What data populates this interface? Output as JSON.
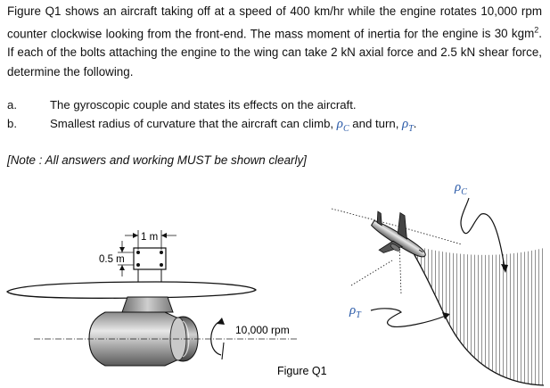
{
  "problem": {
    "line1": "Figure Q1 shows an aircraft taking off at a speed of 400 km/hr while the engine rotates",
    "line2": "10,000 rpm counter clockwise looking from the front-end. The mass moment of inertia for",
    "line3_pre": "the engine is 30 kgm",
    "line3_sup": "2",
    "line3_post": ". If each of the bolts attaching the engine to the wing can take 2 kN",
    "line4": "axial force and 2.5 kN shear force, determine the following."
  },
  "questions": [
    {
      "label": "a.",
      "text": "The gyroscopic couple and states its effects on the aircraft."
    },
    {
      "label": "b.",
      "text_pre": "Smallest radius of curvature that the aircraft can climb, ",
      "sym1": "ρ",
      "sub1": "C",
      "mid": " and turn, ",
      "sym2": "ρ",
      "sub2": "T",
      "end": "."
    }
  ],
  "note": "[Note : All answers and  working MUST be shown clearly]",
  "figure": {
    "dim_width": "1 m",
    "dim_height": "0.5 m",
    "rpm_label": "10,000 rpm",
    "caption": "Figure Q1",
    "rho_c_symbol": "ρ",
    "rho_c_sub": "C",
    "rho_t_symbol": "ρ",
    "rho_t_sub": "T"
  }
}
